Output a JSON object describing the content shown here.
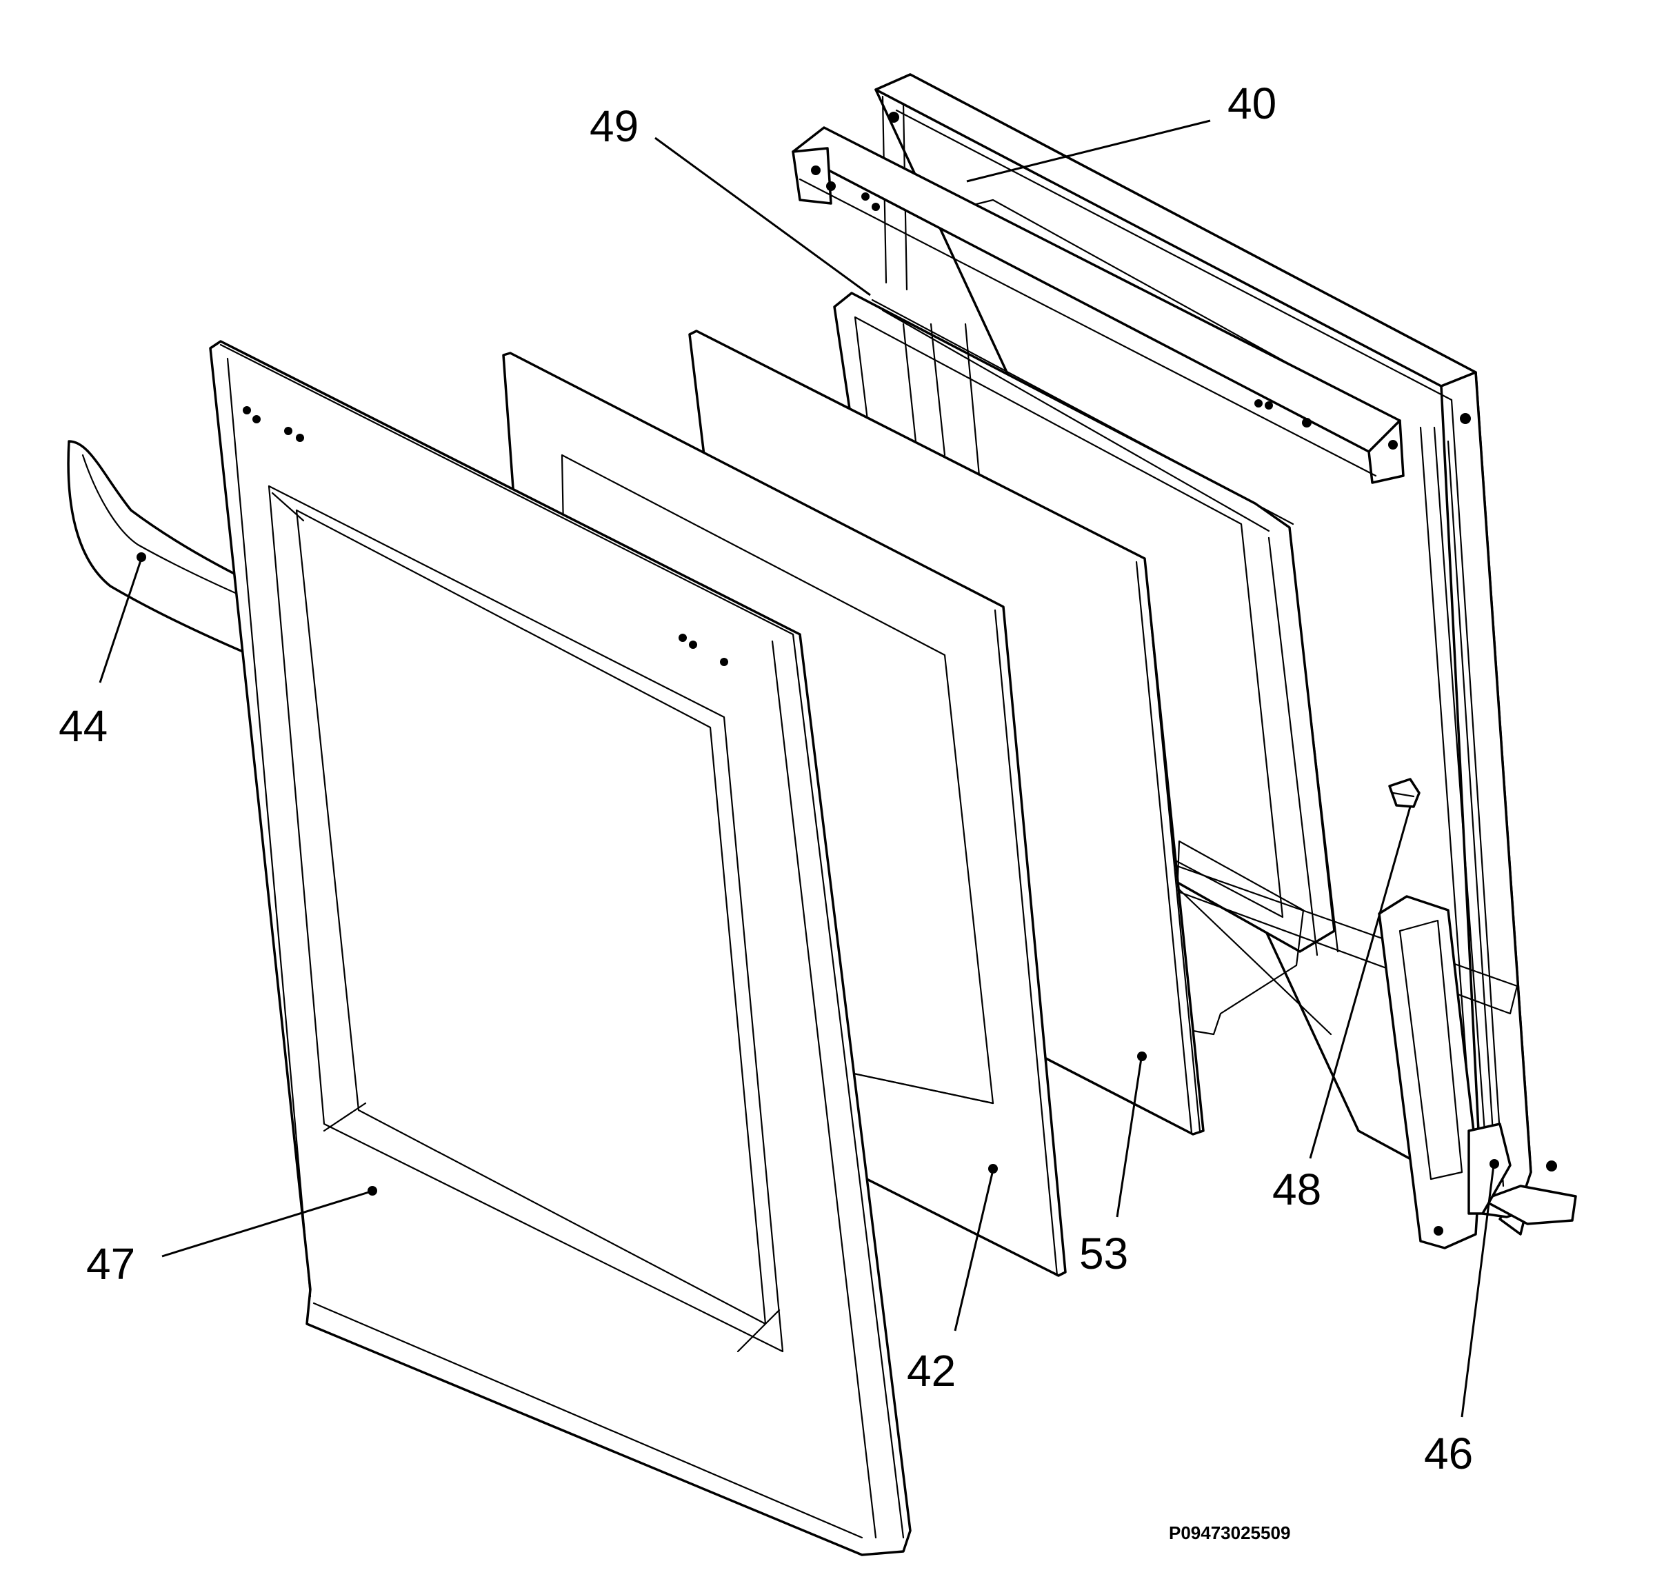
{
  "callouts": {
    "c40": "40",
    "c49": "49",
    "c44": "44",
    "c47": "47",
    "c42": "42",
    "c53": "53",
    "c48": "48",
    "c46": "46"
  },
  "drawing_code": "P09473025509"
}
